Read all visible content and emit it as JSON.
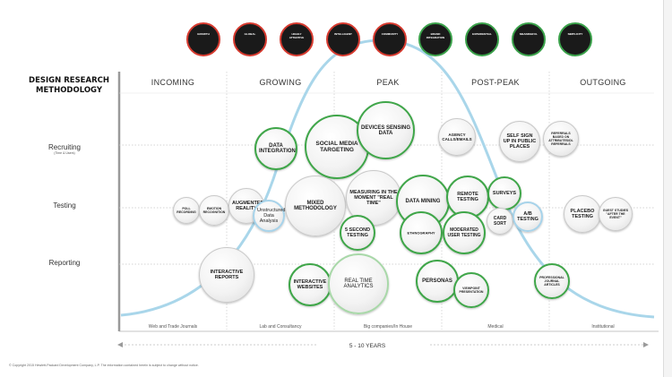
{
  "title": "DESIGN RESEARCH\nMETHODOLOGY",
  "phases": [
    "INCOMING",
    "GROWING",
    "PEAK",
    "POST-PEAK",
    "OUTGOING"
  ],
  "rows": {
    "recruiting": "Recruiting",
    "recruiting_sub": "(Time & Users)",
    "testing": "Testing",
    "reporting": "Reporting"
  },
  "footer_labels": [
    "Web and Trade Journals",
    "Lab and Consultancy",
    "Big companies/In House",
    "Medical",
    "Institutional"
  ],
  "years_label": "5 - 10 YEARS",
  "copyright": "© Copyright 2015 Hewlett-Packard Development Company, L.P. The information contained herein is subject to change without notice.",
  "stages": [
    "GROWTH",
    "GLOBAL",
    "HIGHLY ATTENTIVE",
    "INTELLIGENT",
    "COMMUNITY",
    "BRAND INTEGRATION",
    "EXPERIENTIAL",
    "MEANINGFUL",
    "SIMPLICITY"
  ],
  "nodes": {
    "data_integration": "DATA INTEGRATION",
    "social_media": "SOCIAL MEDIA TARGETING",
    "devices_sensing": "DEVICES SENSING DATA",
    "agency_calls": "AGENCY CALLS/EMAILS",
    "self_sign_up": "SELF SIGN UP IN PUBLIC PLACES",
    "referrals": "REFERRALS BASED ON ATTRIBUTES/DL REFERRALS",
    "poll_recording": "POLL RECORDING",
    "emotion_recognition": "EMOTION RECOGNITION",
    "augmented_reality": "AUGMENTED REALITY",
    "unstructured": "Unstructured Data Analysis",
    "mixed_methodology": "MIXED METHODOLOGY",
    "measuring_moment": "MEASURING IN THE MOMENT \"REAL TIME\"",
    "data_mining": "DATA MINING",
    "remote_testing": "REMOTE TESTING",
    "surveys": "SURVEYS",
    "five_second": "5 SECOND TESTING",
    "ethnography": "ETHNOGRAPHY",
    "moderated": "MODERATED USER TESTING",
    "card_sort": "CARD SORT",
    "ab_testing": "A/B TESTING",
    "placebo": "PLACEBO TESTING",
    "guest_studies": "GUEST STUDIES \"AFTER THE EVENT\"",
    "interactive_reports": "INTERACTIVE REPORTS",
    "interactive_websites": "INTERACTIVE WEBSITES",
    "real_time_analytics": "REAL TIME ANALYTICS",
    "personas": "PERSONAS",
    "viewpoint": "VIEWPOINT PRESENTATION",
    "professional_journal": "PROFESSIONAL JOURNAL ARTICLES"
  },
  "colors": {
    "curve": "#a9d6ea",
    "green": "#3fa649",
    "red": "#d63a2f"
  }
}
